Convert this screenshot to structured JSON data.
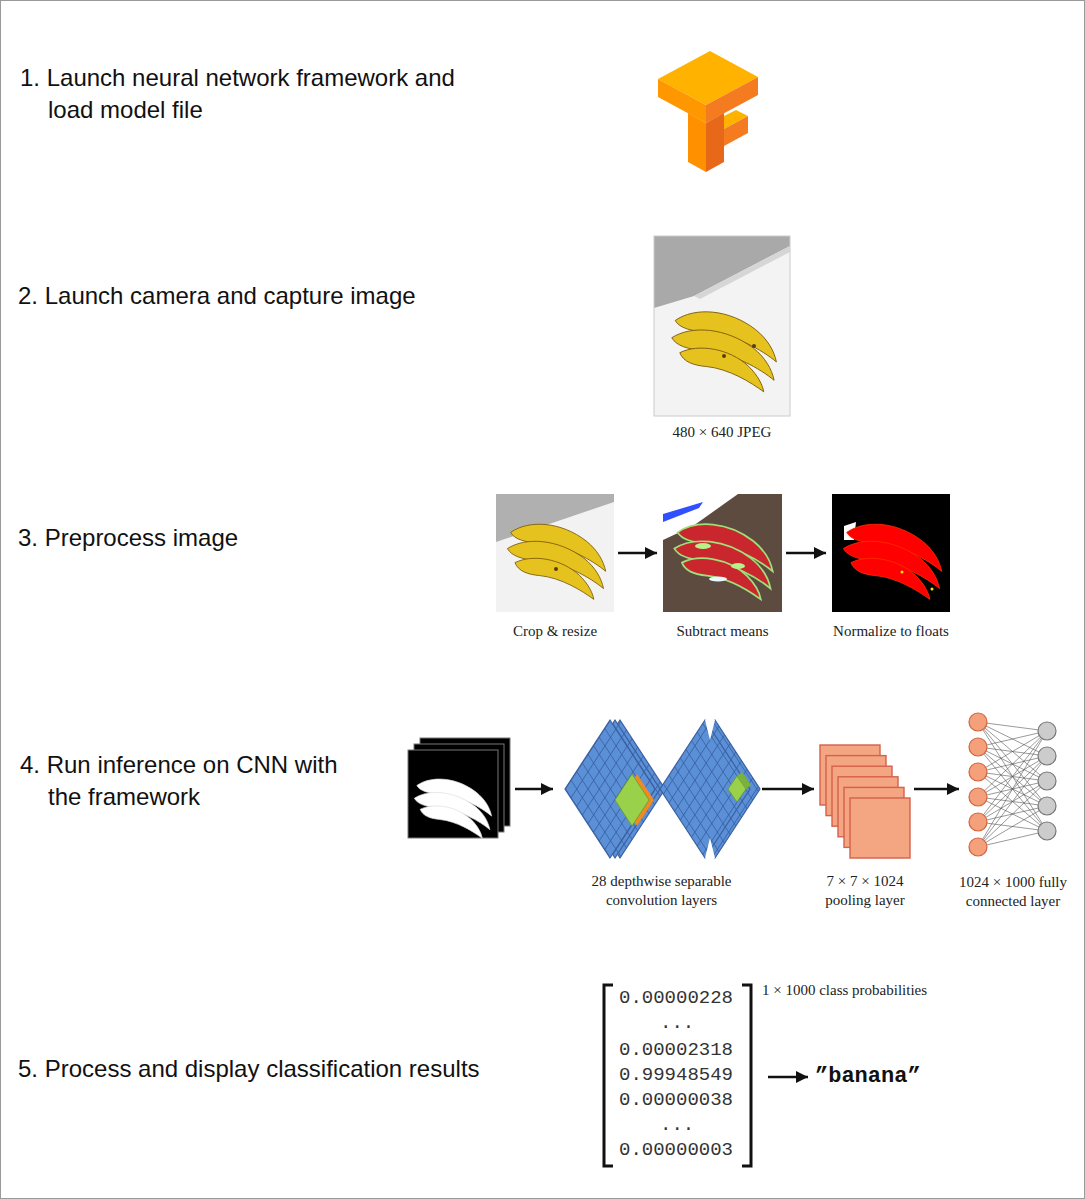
{
  "diagram": {
    "nodes": [
      {
        "text": [
          "480 × 640 JPEG"
        ]
      },
      {
        "text": [
          "Crop & resize"
        ]
      },
      {
        "text": [
          "Subtract means"
        ]
      },
      {
        "text": [
          "Normalize to floats"
        ]
      },
      {
        "text": [
          "28 depthwise separable convolution layers"
        ]
      },
      {
        "text": [
          "7 × 7 × 1024 pooling layer"
        ]
      },
      {
        "text": [
          "1024 × 1000 fully connected layer"
        ]
      }
    ],
    "edges": [
      {
        "from": 1,
        "to": 2,
        "arrow": "to"
      },
      {
        "from": 2,
        "to": 3,
        "arrow": "to"
      },
      {
        "from": 4,
        "to": 5,
        "arrow": "to"
      },
      {
        "from": 5,
        "to": 6,
        "arrow": "to"
      }
    ],
    "labels": [
      "1. Launch neural network framework and load model file",
      "2. Launch camera and capture image",
      "3. Preprocess image",
      "4. Run inference on CNN with the framework",
      "5. Process and display classification results",
      "0.00000228",
      "...",
      "0.00002318",
      "0.99948549",
      "0.00000038",
      "...",
      "0.00000003",
      "1 × 1000 class probabilities",
      "”banana”"
    ]
  }
}
